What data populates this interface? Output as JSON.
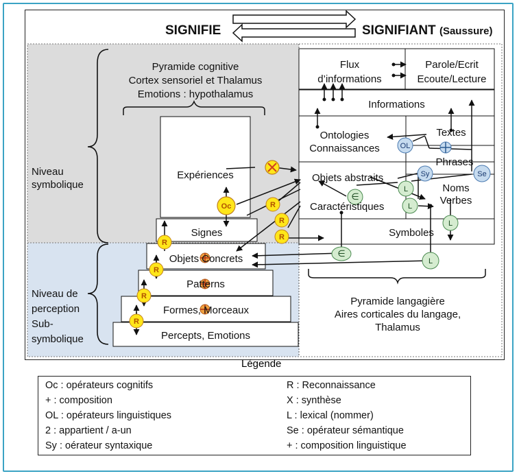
{
  "header": {
    "signifie": "SIGNIFIE",
    "signifiant": "SIGNIFIANT",
    "saussure": "(Saussure)"
  },
  "left_labels": {
    "niveau_symbolique": [
      "Niveau",
      "symbolique"
    ],
    "niveau_perception": [
      "Niveau de",
      "perception",
      "Sub-",
      "symbolique"
    ]
  },
  "cognitive_pyramid": {
    "title": [
      "Pyramide cognitive",
      "Cortex sensoriel et Thalamus",
      "Emotions : hypothalamus"
    ],
    "levels": {
      "experiences": "Expériences",
      "signes": "Signes",
      "objets_concrets": "Objets Concrets",
      "patterns": "Patterns",
      "formes": "Formes, Morceaux",
      "percepts": "Percepts, Emotions"
    }
  },
  "language_pyramid": {
    "title": [
      "Pyramide langagière",
      "Aires corticales du langage,",
      "Thalamus"
    ],
    "boxes": {
      "flux": [
        "Flux",
        "d’informations"
      ],
      "parole": [
        "Parole/Ecrit",
        "Ecoute/Lecture"
      ],
      "informations": "Informations",
      "ontologies": [
        "Ontologies",
        "Connaissances"
      ],
      "textes": "Textes",
      "phrases": "Phrases",
      "objets_abstraits": "Objets abstraits",
      "noms_verbes": [
        "Noms",
        "Verbes"
      ],
      "caracteristiques": "Caractéristiques",
      "symboles": "Symboles"
    }
  },
  "operators": {
    "oc": "Oc",
    "r": "R",
    "ol": "OL",
    "l": "L",
    "sy": "Sy",
    "se": "Se",
    "in": "∈"
  },
  "legend": {
    "title": "Légende",
    "left": [
      "Oc : opérateurs cognitifs",
      "+ : composition",
      "OL : opérateurs linguistiques",
      "2 : appartient / a-un",
      "Sy : oérateur syntaxique"
    ],
    "right": [
      "R : Reconnaissance",
      "X : synthèse",
      "L : lexical (nommer)",
      "Se : opérateur sémantique",
      "+ : composition linguistique"
    ]
  },
  "colors": {
    "frame": "#3aa3c4",
    "gray_area": "#dcdcdc",
    "blue_area": "#d8e3f0",
    "yellow_op": "#ffe61a",
    "green_op": "#d5ecd0",
    "blue_op": "#c6dbef",
    "orange_plus": "#f0a040"
  }
}
